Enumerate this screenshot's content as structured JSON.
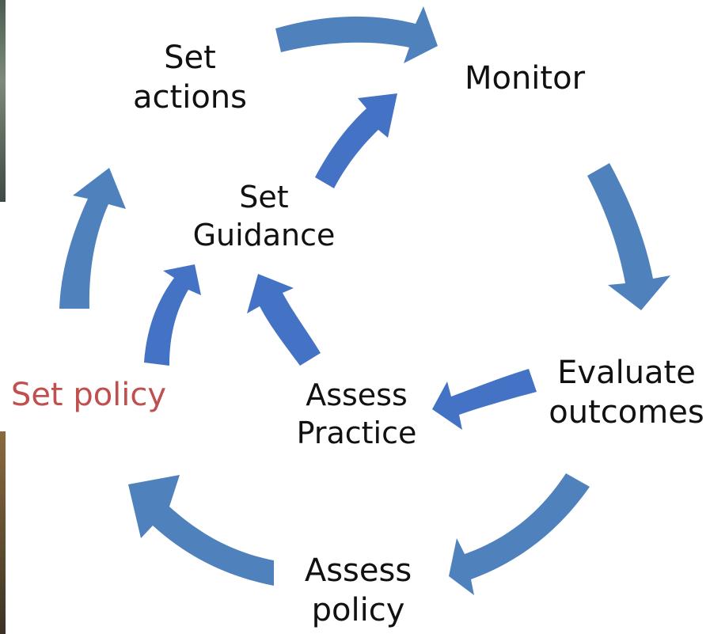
{
  "labels": {
    "set_actions": [
      "Set",
      "actions"
    ],
    "monitor": [
      "Monitor"
    ],
    "evaluate_outcomes": [
      "Evaluate",
      "outcomes"
    ],
    "assess_policy": [
      "Assess",
      "policy"
    ],
    "set_policy": [
      "Set policy"
    ],
    "set_guidance": [
      "Set",
      "Guidance"
    ],
    "assess_practice": [
      "Assess",
      "Practice"
    ]
  },
  "colors": {
    "outer_arrow": "#4f81bd",
    "inner_arrow": "#4472c4",
    "set_policy_text": "#c0504d",
    "text": "#111111"
  }
}
